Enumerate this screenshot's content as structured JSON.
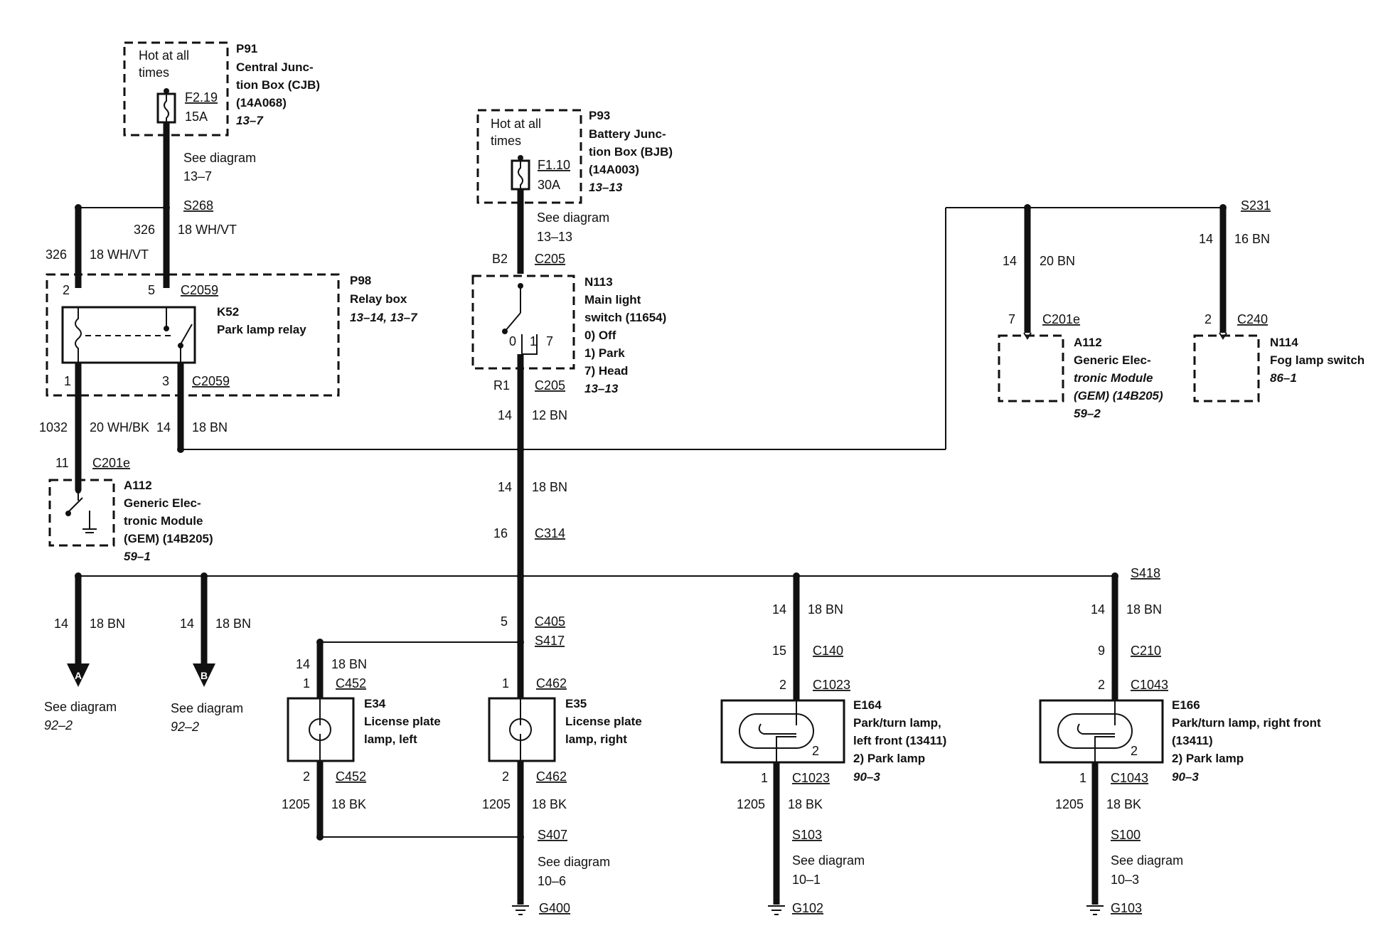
{
  "components": {
    "p91": {
      "id": "P91",
      "name": [
        "Central Junc-",
        "tion Box (CJB)",
        "(14A068)"
      ],
      "ref": "13–7",
      "note": [
        "Hot at all",
        "times"
      ],
      "fuse": "F2.19",
      "amps": "15A"
    },
    "p93": {
      "id": "P93",
      "name": [
        "Battery Junc-",
        "tion Box (BJB)",
        "(14A003)"
      ],
      "ref": "13–13",
      "note": [
        "Hot at all",
        "times"
      ],
      "fuse": "F1.10",
      "amps": "30A"
    },
    "p98": {
      "id": "P98",
      "name": [
        "Relay box"
      ],
      "ref": "13–14, 13–7"
    },
    "k52": {
      "id": "K52",
      "name": [
        "Park lamp relay"
      ]
    },
    "n113": {
      "id": "N113",
      "name": [
        "Main light",
        "switch (11654)"
      ],
      "states": [
        "0)   Off",
        "1)   Park",
        "7)   Head"
      ],
      "ref": "13–13",
      "pos": [
        "0",
        "1",
        "7"
      ]
    },
    "a112_left": {
      "id": "A112",
      "name": [
        "Generic Elec-",
        "tronic Module",
        "(GEM) (14B205)"
      ],
      "ref": "59–1"
    },
    "a112_right": {
      "id": "A112",
      "name": [
        "Generic Elec-",
        "tronic Module",
        "(GEM) (14B205)"
      ],
      "ref": "59–2"
    },
    "n114": {
      "id": "N114",
      "name": [
        "Fog lamp switch"
      ],
      "ref": "86–1"
    },
    "e34": {
      "id": "E34",
      "name": [
        "License plate",
        "lamp, left"
      ]
    },
    "e35": {
      "id": "E35",
      "name": [
        "License plate",
        "lamp, right"
      ]
    },
    "e164": {
      "id": "E164",
      "name": [
        "Park/turn lamp,",
        "left front (13411)",
        "2)   Park lamp"
      ],
      "ref": "90–3"
    },
    "e166": {
      "id": "E166",
      "name": [
        "Park/turn lamp, right front",
        "(13411)",
        "2)   Park lamp"
      ],
      "ref": "90–3"
    }
  },
  "see_diagram": {
    "label": "See diagram",
    "p91": "13–7",
    "p93": "13–13",
    "a": "92–2",
    "b": "92–2",
    "g400": "10–6",
    "g102": "10–1",
    "g103": "10–3"
  },
  "off_page": {
    "a": "A",
    "b": "B"
  },
  "splices": [
    "S268",
    "S231",
    "S418",
    "S417",
    "S407",
    "S103",
    "S100"
  ],
  "grounds": [
    "G400",
    "G102",
    "G103"
  ],
  "connectors": {
    "c2059a": {
      "name": "C2059",
      "pin_a": "2",
      "pin_b": "5"
    },
    "c2059b": {
      "name": "C2059",
      "pin_a": "1",
      "pin_b": "3"
    },
    "c205a": {
      "name": "C205",
      "pin": "B2"
    },
    "c205b": {
      "name": "C205",
      "pin": "R1"
    },
    "c201e_l": {
      "name": "C201e",
      "pin": "11"
    },
    "c201e_r": {
      "name": "C201e",
      "pin": "7"
    },
    "c240": {
      "name": "C240",
      "pin": "2"
    },
    "c314": {
      "name": "C314",
      "pin": "16"
    },
    "c405": {
      "name": "C405",
      "pin": "5"
    },
    "c452a": {
      "name": "C452",
      "pin": "1"
    },
    "c452b": {
      "name": "C452",
      "pin": "2"
    },
    "c462a": {
      "name": "C462",
      "pin": "1"
    },
    "c462b": {
      "name": "C462",
      "pin": "2"
    },
    "c140": {
      "name": "C140",
      "pin": "15"
    },
    "c1023a": {
      "name": "C1023",
      "pin": "2"
    },
    "c1023b": {
      "name": "C1023",
      "pin": "1"
    },
    "c210": {
      "name": "C210",
      "pin": "9"
    },
    "c1043a": {
      "name": "C1043",
      "pin": "2"
    },
    "c1043b": {
      "name": "C1043",
      "pin": "1"
    }
  },
  "lamp_pins": {
    "e164": "2",
    "e166": "2"
  },
  "wires": {
    "p91_out": {
      "circuit": "326",
      "spec": "18 WH/VT"
    },
    "relay_pin2": {
      "circuit": "326",
      "spec": "18 WH/VT"
    },
    "relay_pin1": {
      "circuit": "1032",
      "spec": "20 WH/BK"
    },
    "relay_pin3": {
      "circuit": "14",
      "spec": "18 BN"
    },
    "n113_out": {
      "circuit": "14",
      "spec": "12 BN"
    },
    "main_trunk": {
      "circuit": "14",
      "spec": "18 BN"
    },
    "gem_r": {
      "circuit": "14",
      "spec": "20 BN"
    },
    "fog": {
      "circuit": "14",
      "spec": "16 BN"
    },
    "to_a": {
      "circuit": "14",
      "spec": "18 BN"
    },
    "to_b": {
      "circuit": "14",
      "spec": "18 BN"
    },
    "to_e34": {
      "circuit": "14",
      "spec": "18 BN"
    },
    "to_e164": {
      "circuit": "14",
      "spec": "18 BN"
    },
    "to_e166": {
      "circuit": "14",
      "spec": "18 BN"
    },
    "gnd_e34": {
      "circuit": "1205",
      "spec": "18 BK"
    },
    "gnd_e35": {
      "circuit": "1205",
      "spec": "18 BK"
    },
    "gnd_e164": {
      "circuit": "1205",
      "spec": "18 BK"
    },
    "gnd_e166": {
      "circuit": "1205",
      "spec": "18 BK"
    }
  }
}
